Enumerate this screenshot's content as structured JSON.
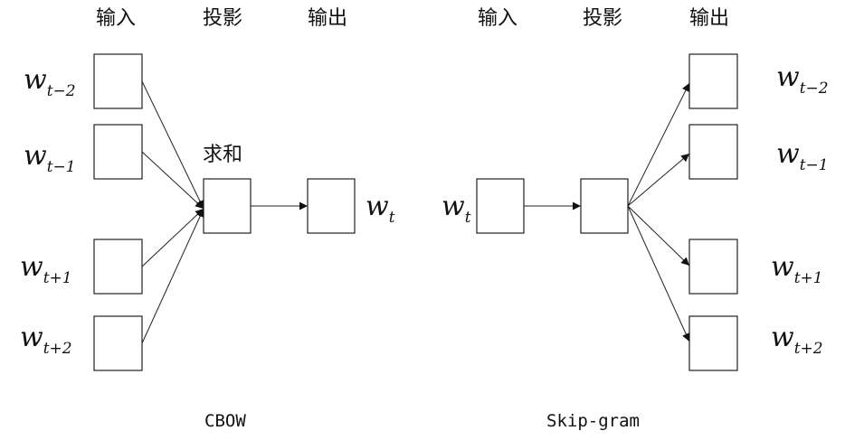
{
  "cbow": {
    "header_input": "输入",
    "header_projection": "投影",
    "header_output": "输出",
    "sum_label": "求和",
    "caption": "CBOW",
    "inputs": [
      {
        "base": "w",
        "sub": "t−2"
      },
      {
        "base": "w",
        "sub": "t−1"
      },
      {
        "base": "w",
        "sub": "t+1"
      },
      {
        "base": "w",
        "sub": "t+2"
      }
    ],
    "output": {
      "base": "w",
      "sub": "t"
    }
  },
  "skipgram": {
    "header_input": "输入",
    "header_projection": "投影",
    "header_output": "输出",
    "caption": "Skip-gram",
    "input": {
      "base": "w",
      "sub": "t"
    },
    "outputs": [
      {
        "base": "w",
        "sub": "t−2"
      },
      {
        "base": "w",
        "sub": "t−1"
      },
      {
        "base": "w",
        "sub": "t+1"
      },
      {
        "base": "w",
        "sub": "t+2"
      }
    ]
  }
}
